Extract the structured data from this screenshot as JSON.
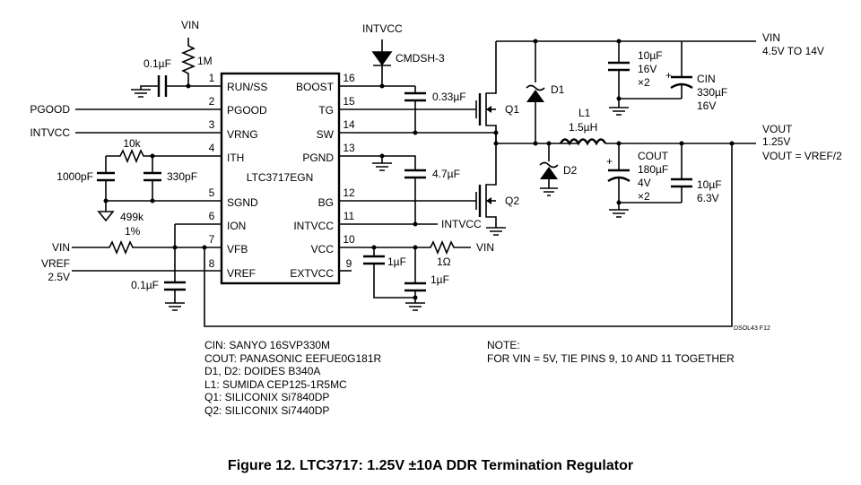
{
  "figure_caption": "Figure 12. LTC3717: 1.25V ±10A DDR Termination Regulator",
  "ic": {
    "part": "LTC3717EGN",
    "left_pins": [
      {
        "num": "1",
        "name": "RUN/SS"
      },
      {
        "num": "2",
        "name": "PGOOD"
      },
      {
        "num": "3",
        "name": "VRNG"
      },
      {
        "num": "4",
        "name": "ITH"
      },
      {
        "num": "5",
        "name": "SGND"
      },
      {
        "num": "6",
        "name": "ION"
      },
      {
        "num": "7",
        "name": "VFB"
      },
      {
        "num": "8",
        "name": "VREF"
      }
    ],
    "right_pins": [
      {
        "num": "16",
        "name": "BOOST"
      },
      {
        "num": "15",
        "name": "TG"
      },
      {
        "num": "14",
        "name": "SW"
      },
      {
        "num": "13",
        "name": "PGND"
      },
      {
        "num": "12",
        "name": "BG"
      },
      {
        "num": "11",
        "name": "INTVCC"
      },
      {
        "num": "10",
        "name": "VCC"
      },
      {
        "num": "9",
        "name": "EXTVCC"
      }
    ]
  },
  "labels": {
    "vin_top": "VIN",
    "r_1m": "1M",
    "c_01u_top": "0.1µF",
    "pgood": "PGOOD",
    "intvcc_left": "INTVCC",
    "r_10k": "10k",
    "c_1000p": "1000pF",
    "c_330p": "330pF",
    "r_499k": "499k",
    "vin_left": "VIN",
    "pct_1": "1%",
    "vref_in": "VREF",
    "vref_val": "2.5V",
    "c_01u_bottom": "0.1µF",
    "intvcc_top": "INTVCC",
    "cmdsh": "CMDSH-3",
    "c_033u": "0.33µF",
    "c_47u": "4.7µF",
    "intvcc_right": "INTVCC",
    "vin_right": "VIN",
    "r_1ohm": "1Ω",
    "c_1u_a": "1µF",
    "c_1u_b": "1µF",
    "q1": "Q1",
    "q2": "Q2",
    "d1": "D1",
    "d2": "D2",
    "l1": "L1",
    "l1_val": "1.5µH",
    "cin_10u": "10µF",
    "cin_16v": "16V",
    "cin_x2": "×2",
    "cin": "CIN",
    "cin_330": "330µF",
    "cin_16v_b": "16V",
    "vin_out": "VIN",
    "vin_range": "4.5V TO 14V",
    "vout": "VOUT",
    "vout_val": "1.25V",
    "vout_eq": "VOUT = VREF/2",
    "cout": "COUT",
    "cout_180": "180µF",
    "cout_4v": "4V",
    "cout_x2": "×2",
    "c_10u_out": "10µF",
    "c_63v": "6.3V",
    "plus_cin": "+",
    "plus_cout": "+",
    "fig_code": "DSOL43 F12"
  },
  "bom": [
    "CIN: SANYO 16SVP330M",
    "COUT: PANASONIC EEFUE0G181R",
    "D1, D2: DOIDES B340A",
    "L1: SUMIDA CEP125-1R5MC",
    "Q1: SILICONIX Si7840DP",
    "Q2: SILICONIX Si7440DP"
  ],
  "note": {
    "title": "NOTE:",
    "text": "FOR VIN = 5V, TIE PINS 9, 10 AND 11 TOGETHER"
  }
}
